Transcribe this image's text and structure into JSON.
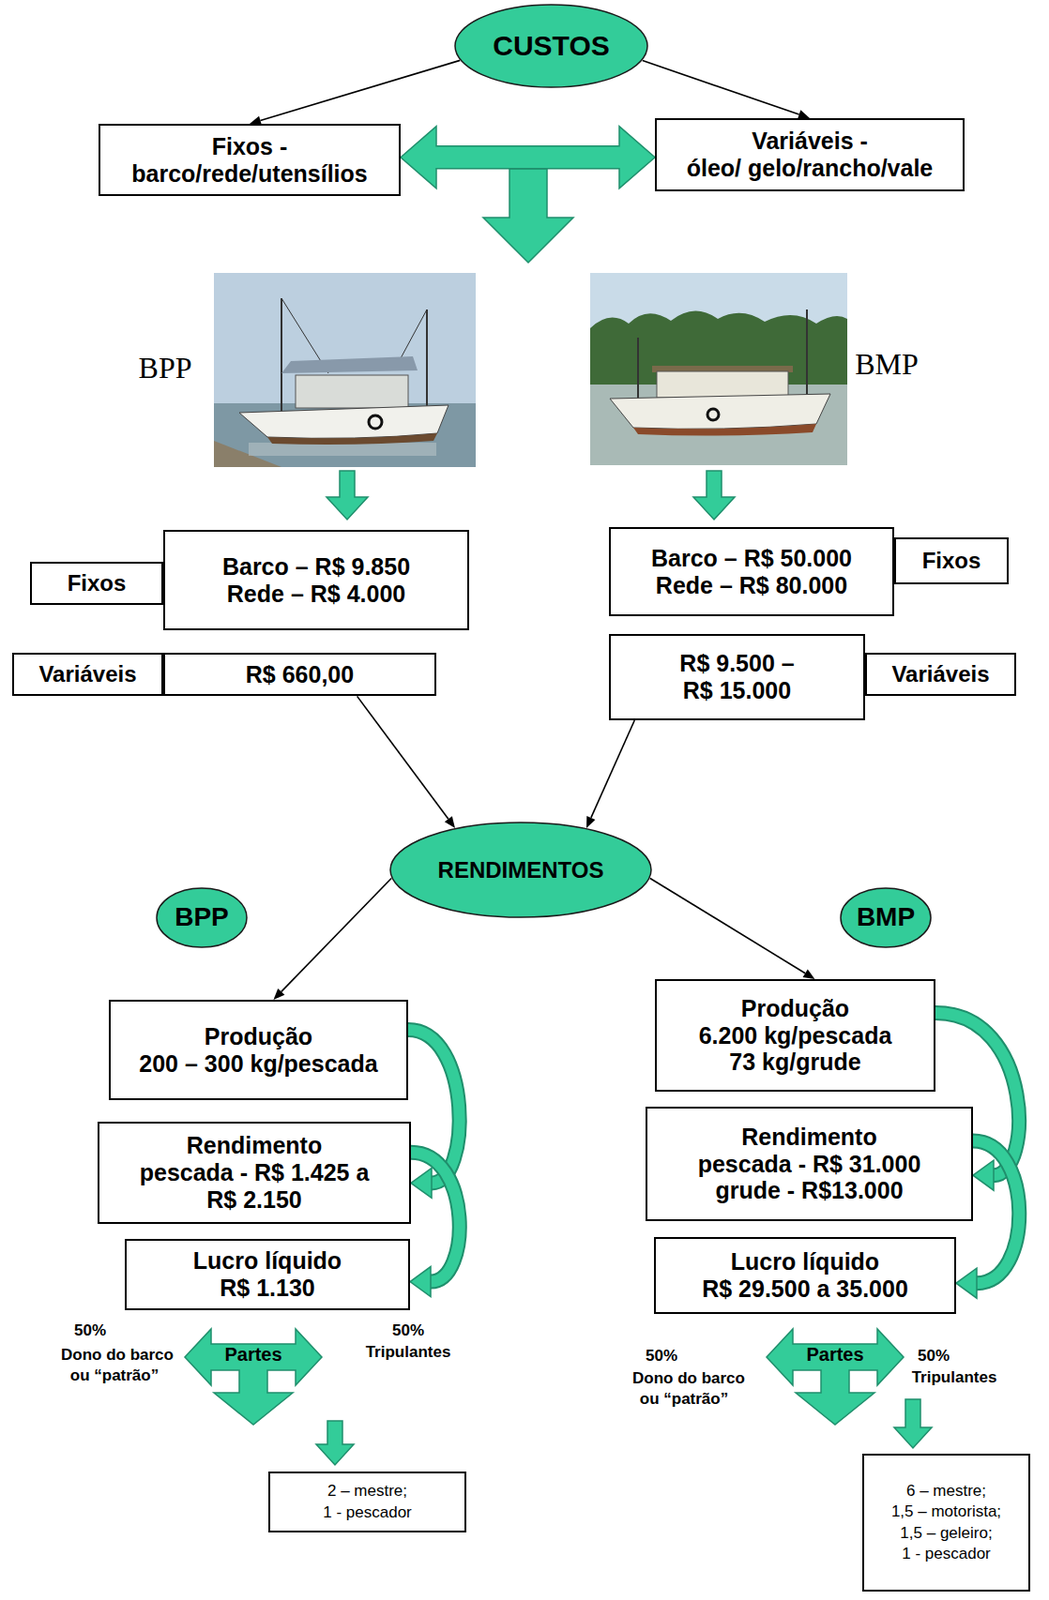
{
  "diagram": {
    "nodes": [
      {
        "text": [
          "CUSTOS"
        ]
      },
      {
        "text": [
          "Fixos -",
          "barco/rede/utensílios"
        ]
      },
      {
        "text": [
          "Variáveis -",
          "óleo/ gelo/rancho/vale"
        ]
      },
      {
        "text": [
          "Fixos"
        ]
      },
      {
        "text": [
          "Barco – R$ 9.850",
          "Rede – R$ 4.000"
        ]
      },
      {
        "text": [
          "Barco – R$ 50.000",
          "Rede – R$ 80.000"
        ]
      },
      {
        "text": [
          "Fixos"
        ]
      },
      {
        "text": [
          "Variáveis"
        ]
      },
      {
        "text": [
          "R$ 660,00"
        ]
      },
      {
        "text": [
          "R$ 9.500 – R$ 15.000"
        ]
      },
      {
        "text": [
          "Variáveis"
        ]
      },
      {
        "text": [
          "RENDIMENTOS"
        ]
      },
      {
        "text": [
          "BPP"
        ]
      },
      {
        "text": [
          "BMP"
        ]
      },
      {
        "text": [
          "Produção",
          "200 – 300 kg/pescada"
        ]
      },
      {
        "text": [
          "Produção",
          "6.200 kg/pescada",
          "73 kg/grude"
        ]
      },
      {
        "text": [
          "Rendimento",
          "pescada - R$ 1.425 a R$ 2.150"
        ]
      },
      {
        "text": [
          "Rendimento",
          "pescada - R$ 31.000",
          "grude - R$13.000"
        ]
      },
      {
        "text": [
          "Lucro líquido",
          "R$ 1.130"
        ]
      },
      {
        "text": [
          "Lucro líquido",
          "R$ 29.500 a 35.000"
        ]
      },
      {
        "text": [
          "2 – mestre;",
          "1 - pescador"
        ]
      },
      {
        "text": [
          "6 – mestre;",
          "1,5 – motorista;",
          "1,5 – geleiro;",
          "1 - pescador"
        ]
      }
    ],
    "edges": [
      {
        "from": 0,
        "to": 1,
        "arrow": "to"
      },
      {
        "from": 0,
        "to": 2,
        "arrow": "to"
      },
      {
        "from": 1,
        "to": 2,
        "arrow": "both"
      },
      {
        "from": 8,
        "to": 11,
        "arrow": "to"
      },
      {
        "from": 9,
        "to": 11,
        "arrow": "to"
      },
      {
        "from": 11,
        "to": 14,
        "arrow": "to"
      },
      {
        "from": 11,
        "to": 15,
        "arrow": "to"
      },
      {
        "from": 14,
        "to": 16,
        "arrow": "to"
      },
      {
        "from": 16,
        "to": 18,
        "arrow": "to"
      },
      {
        "from": 15,
        "to": 17,
        "arrow": "to"
      },
      {
        "from": 17,
        "to": 19,
        "arrow": "to"
      }
    ],
    "labels": [
      "BPP",
      "BMP",
      "50%",
      "Dono do barco",
      "ou “patrão”",
      "Partes",
      "50%",
      "Tripulantes",
      "50%",
      "Dono do barco",
      "ou “patrão”",
      "Partes",
      "50%",
      "Tripulantes"
    ]
  }
}
